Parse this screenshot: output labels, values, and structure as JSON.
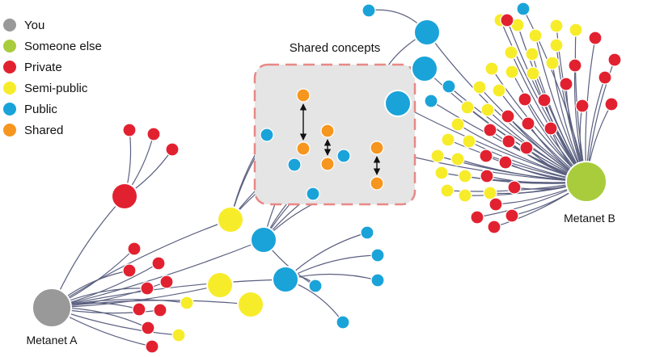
{
  "colors": {
    "you": "#999999",
    "someone_else": "#a8cc3c",
    "private": "#e22130",
    "semi_public": "#f7ec2a",
    "public": "#1aa3d9",
    "shared": "#f6961e",
    "edge": "#5a5f7f",
    "box_fill": "#e5e5e5",
    "box_border": "#e88886"
  },
  "legend": [
    {
      "label": "You",
      "type": "you"
    },
    {
      "label": "Someone else",
      "type": "someone_else"
    },
    {
      "label": "Private",
      "type": "private"
    },
    {
      "label": "Semi-public",
      "type": "semi_public"
    },
    {
      "label": "Public",
      "type": "public"
    },
    {
      "label": "Shared",
      "type": "shared"
    }
  ],
  "shared_box": {
    "title": "Shared concepts"
  },
  "hubs": {
    "a": {
      "label": "Metanet A",
      "type": "you"
    },
    "b": {
      "label": "Metanet B",
      "type": "someone_else"
    }
  }
}
